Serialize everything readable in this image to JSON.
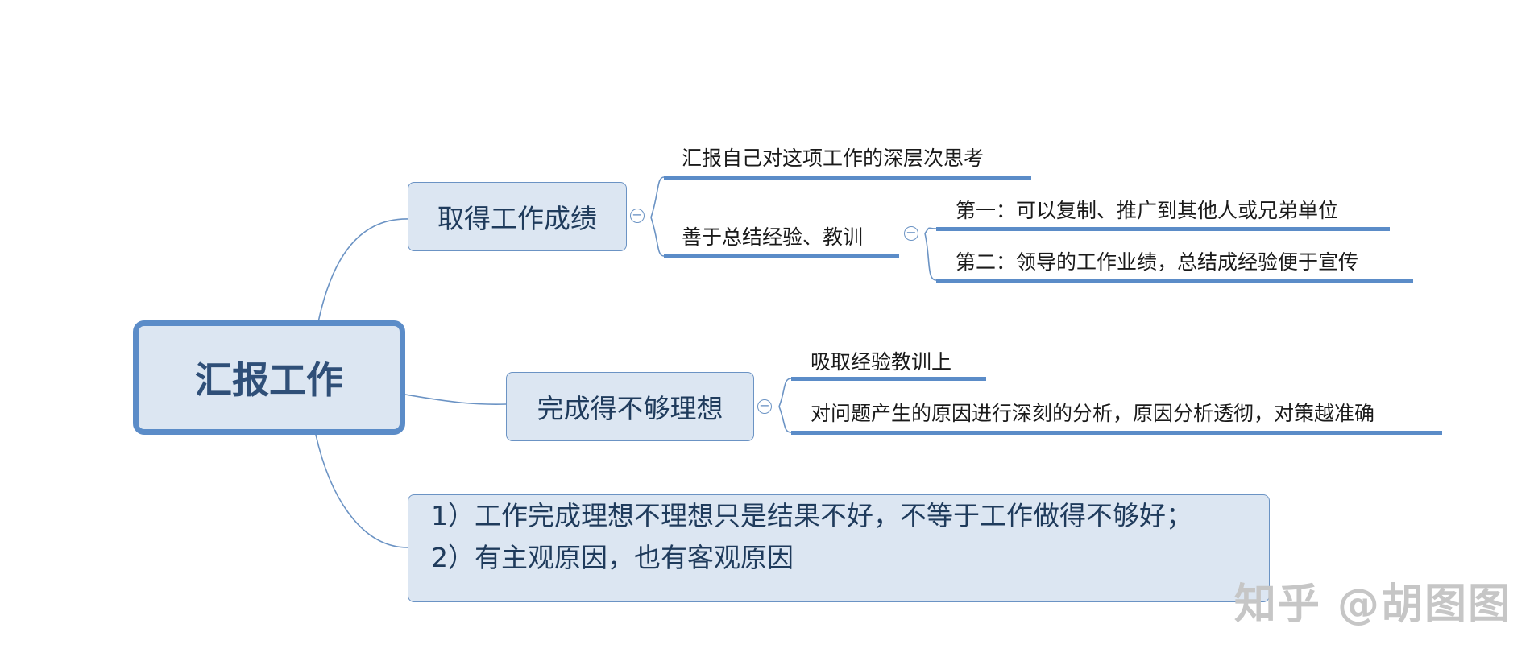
{
  "root": {
    "label": "汇报工作"
  },
  "branches": [
    {
      "label": "取得工作成绩",
      "children": [
        {
          "label": "汇报自己对这项工作的深层次思考"
        },
        {
          "label": "善于总结经验、教训",
          "children": [
            {
              "label": "第一：可以复制、推广到其他人或兄弟单位"
            },
            {
              "label": "第二：领导的工作业绩，总结成经验便于宣传"
            }
          ]
        }
      ]
    },
    {
      "label": "完成得不够理想",
      "children": [
        {
          "label": "吸取经验教训上"
        },
        {
          "label": "对问题产生的原因进行深刻的分析，原因分析透彻，对策越准确"
        }
      ]
    }
  ],
  "note": {
    "line1": "1）工作完成理想不理想只是结果不好，不等于工作做得不够好；",
    "line2": "2）有主观原因，也有客观原因"
  },
  "collapse_symbol": "−",
  "watermark": "知乎 @胡图图",
  "colors": {
    "line": "#5b8cc8",
    "node_fill": "#dce6f2",
    "node_border": "#6b93c4",
    "root_border": "#5b8cc8"
  }
}
